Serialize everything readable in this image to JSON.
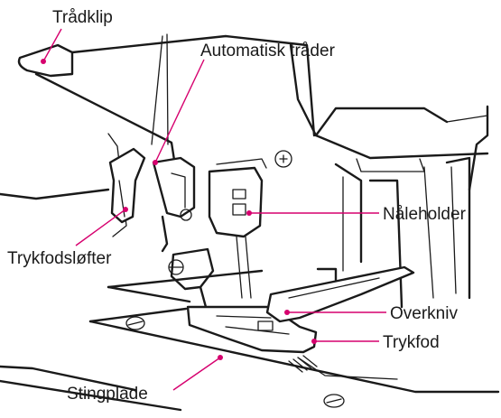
{
  "labels": {
    "thread_clip": "Trådklip",
    "auto_threader": "Automatisk tråder",
    "needle_holder": "Nåleholder",
    "presser_lifter": "Trykfodsløfter",
    "upper_knife": "Overkniv",
    "presser_foot": "Trykfod",
    "needle_plate": "Stingplade"
  },
  "colors": {
    "leader": "#d6006e",
    "line": "#1a1a1a"
  }
}
